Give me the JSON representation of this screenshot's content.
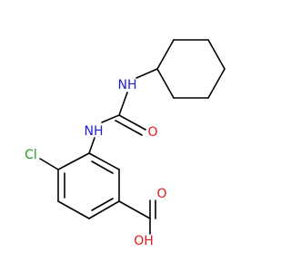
{
  "colors": {
    "background": "#ffffff",
    "bond": "#000000",
    "nitrogen": "#1f1fd6",
    "oxygen": "#e01a1a",
    "chlorine": "#1e9a1e"
  },
  "atoms": {
    "nh_top": "NH",
    "nh_mid": "NH",
    "o_urea": "O",
    "cl": "Cl",
    "o_acid": "O",
    "oh_acid": "OH"
  }
}
